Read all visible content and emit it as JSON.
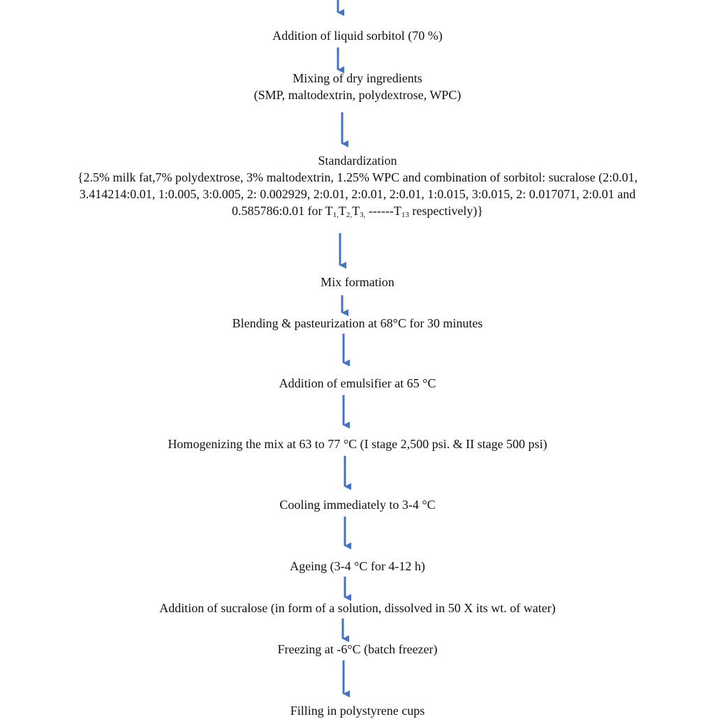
{
  "flowchart": {
    "arrow_color": "#4472c4",
    "text_color": "#111111",
    "steps": [
      {
        "lines": [
          "Addition of liquid sorbitol (70 %)"
        ]
      },
      {
        "lines": [
          "Mixing of dry ingredients",
          "(SMP, maltodextrin, polydextrose, WPC)"
        ]
      },
      {
        "lines": [
          "Standardization",
          "{2.5% milk fat,7% polydextrose, 3% maltodextrin, 1.25% WPC and combination of sorbitol: sucralose (2:0.01,",
          "3.414214:0.01, 1:0.005, 3:0.005, 2: 0.002929, 2:0.01, 2:0.01, 2:0.01, 1:0.015, 3:0.015, 2: 0.017071, 2:0.01 and"
        ],
        "last_line": {
          "prefix": "0.585786:0.01 for T",
          "sub1": "1,",
          "mid1": "T",
          "sub2": "2,",
          "mid2": "T",
          "sub3": "3,",
          "mid3": " ------T",
          "sub4": "13",
          "suffix": " respectively)}"
        }
      },
      {
        "lines": [
          "Mix formation"
        ]
      },
      {
        "lines": [
          "Blending & pasteurization at 68°C for 30 minutes"
        ]
      },
      {
        "lines": [
          "Addition of emulsifier at 65 °C"
        ]
      },
      {
        "lines": [
          "Homogenizing the mix at 63 to 77 °C (I stage 2,500 psi. & II stage 500 psi)"
        ]
      },
      {
        "lines": [
          "Cooling immediately to 3-4 °C"
        ]
      },
      {
        "lines": [
          "Ageing (3-4 °C for 4-12 h)"
        ]
      },
      {
        "lines": [
          "Addition of sucralose (in form of a solution, dissolved in 50 X its wt. of water)"
        ]
      },
      {
        "lines": [
          "Freezing at -6°C (batch freezer)"
        ]
      },
      {
        "lines": [
          "Filling in polystyrene cups"
        ]
      }
    ]
  }
}
